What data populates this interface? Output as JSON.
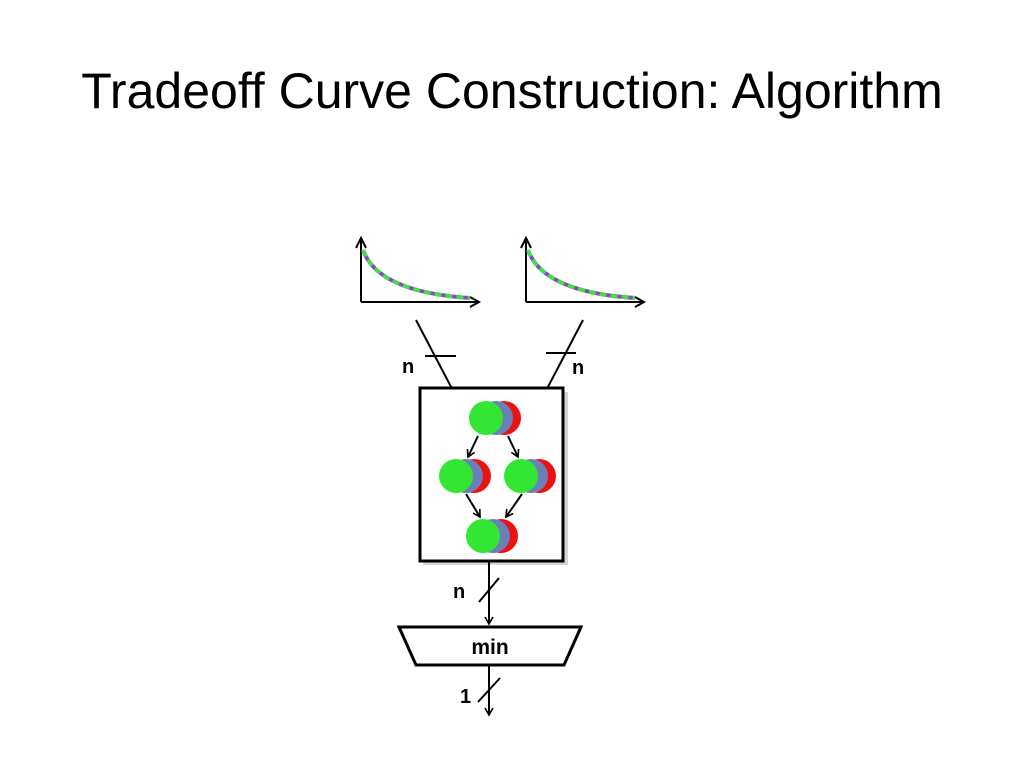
{
  "slide": {
    "title": "Tradeoff Curve Construction: Algorithm"
  },
  "diagram": {
    "bus_width_labels": {
      "left_input": "n",
      "right_input": "n",
      "tree_output": "n",
      "final_output": "1"
    },
    "min_block_label": "min",
    "colors": {
      "node_green": "#33e633",
      "node_blue": "#6b7fb8",
      "node_red": "#ee1111",
      "curve_green": "#44dd44",
      "curve_purple": "#8844cc",
      "stroke": "#000000"
    }
  }
}
